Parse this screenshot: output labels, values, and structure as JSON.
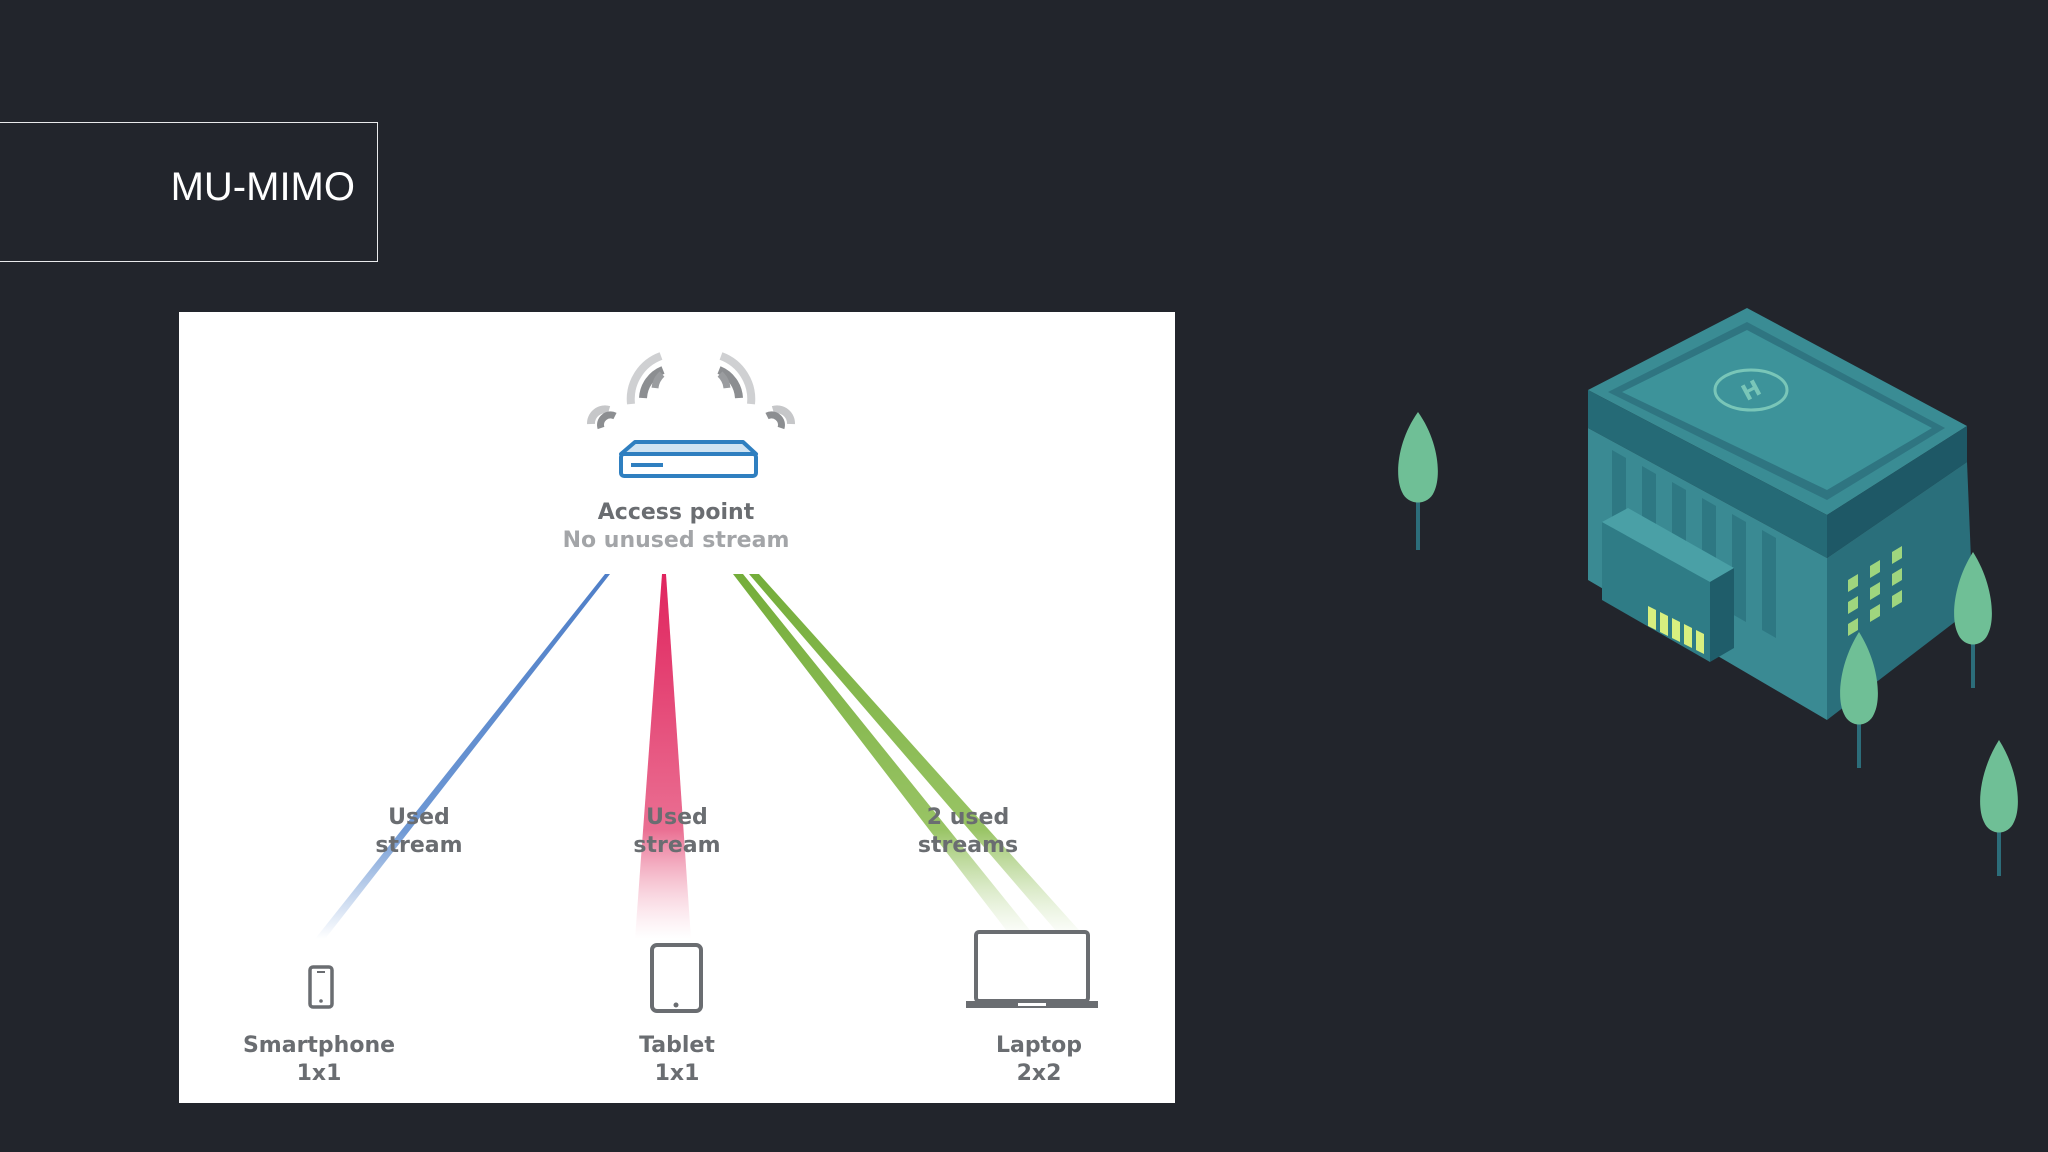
{
  "slide": {
    "title": "MU-MIMO"
  },
  "diagram": {
    "access_point": {
      "label": "Access point",
      "sublabel": "No unused stream"
    },
    "streams": [
      {
        "label_line1": "Used",
        "label_line2": "stream",
        "color": "#5b87c9"
      },
      {
        "label_line1": "Used",
        "label_line2": "stream",
        "color": "#e13c6d"
      },
      {
        "label_line1": "2 used",
        "label_line2": "streams",
        "color": "#86b84a"
      }
    ],
    "devices": [
      {
        "name": "Smartphone",
        "config": "1x1",
        "icon": "smartphone-icon"
      },
      {
        "name": "Tablet",
        "config": "1x1",
        "icon": "tablet-icon"
      },
      {
        "name": "Laptop",
        "config": "2x2",
        "icon": "laptop-icon"
      }
    ]
  },
  "illustration": {
    "building_icon": "building-icon",
    "tree_icon": "tree-icon",
    "colors": {
      "building": "#3e8f96",
      "trees": "#6fbf96"
    }
  }
}
